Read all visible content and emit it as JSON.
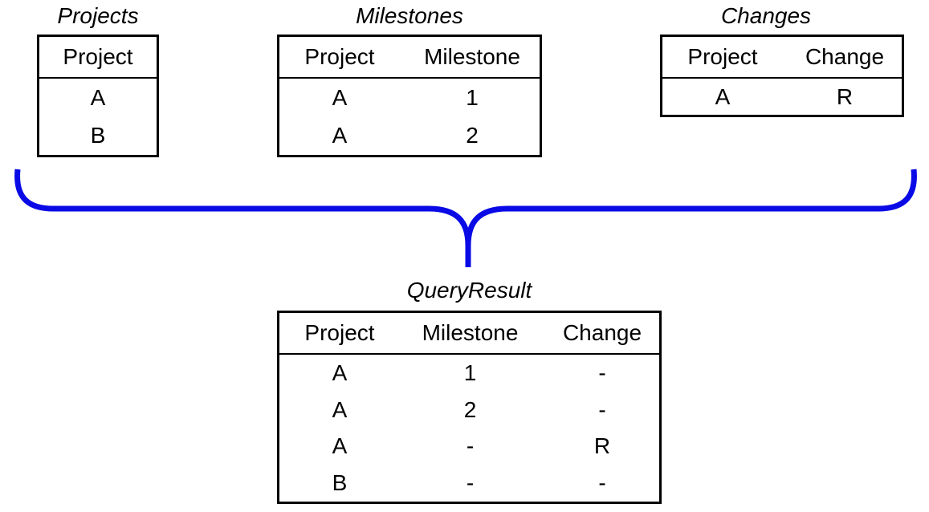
{
  "diagram": {
    "accent_blue": "#0a0ae6",
    "text_color": "#000000",
    "tables": {
      "projects": {
        "title": "Projects",
        "headers": [
          "Project"
        ],
        "rows": [
          [
            "A"
          ],
          [
            "B"
          ]
        ]
      },
      "milestones": {
        "title": "Milestones",
        "headers": [
          "Project",
          "Milestone"
        ],
        "rows": [
          [
            "A",
            "1"
          ],
          [
            "A",
            "2"
          ]
        ]
      },
      "changes": {
        "title": "Changes",
        "headers": [
          "Project",
          "Change"
        ],
        "rows": [
          [
            "A",
            "R"
          ]
        ]
      },
      "query_result": {
        "title": "QueryResult",
        "headers": [
          "Project",
          "Milestone",
          "Change"
        ],
        "rows": [
          [
            "A",
            "1",
            "-"
          ],
          [
            "A",
            "2",
            "-"
          ],
          [
            "A",
            "-",
            "R"
          ],
          [
            "B",
            "-",
            "-"
          ]
        ]
      }
    }
  }
}
